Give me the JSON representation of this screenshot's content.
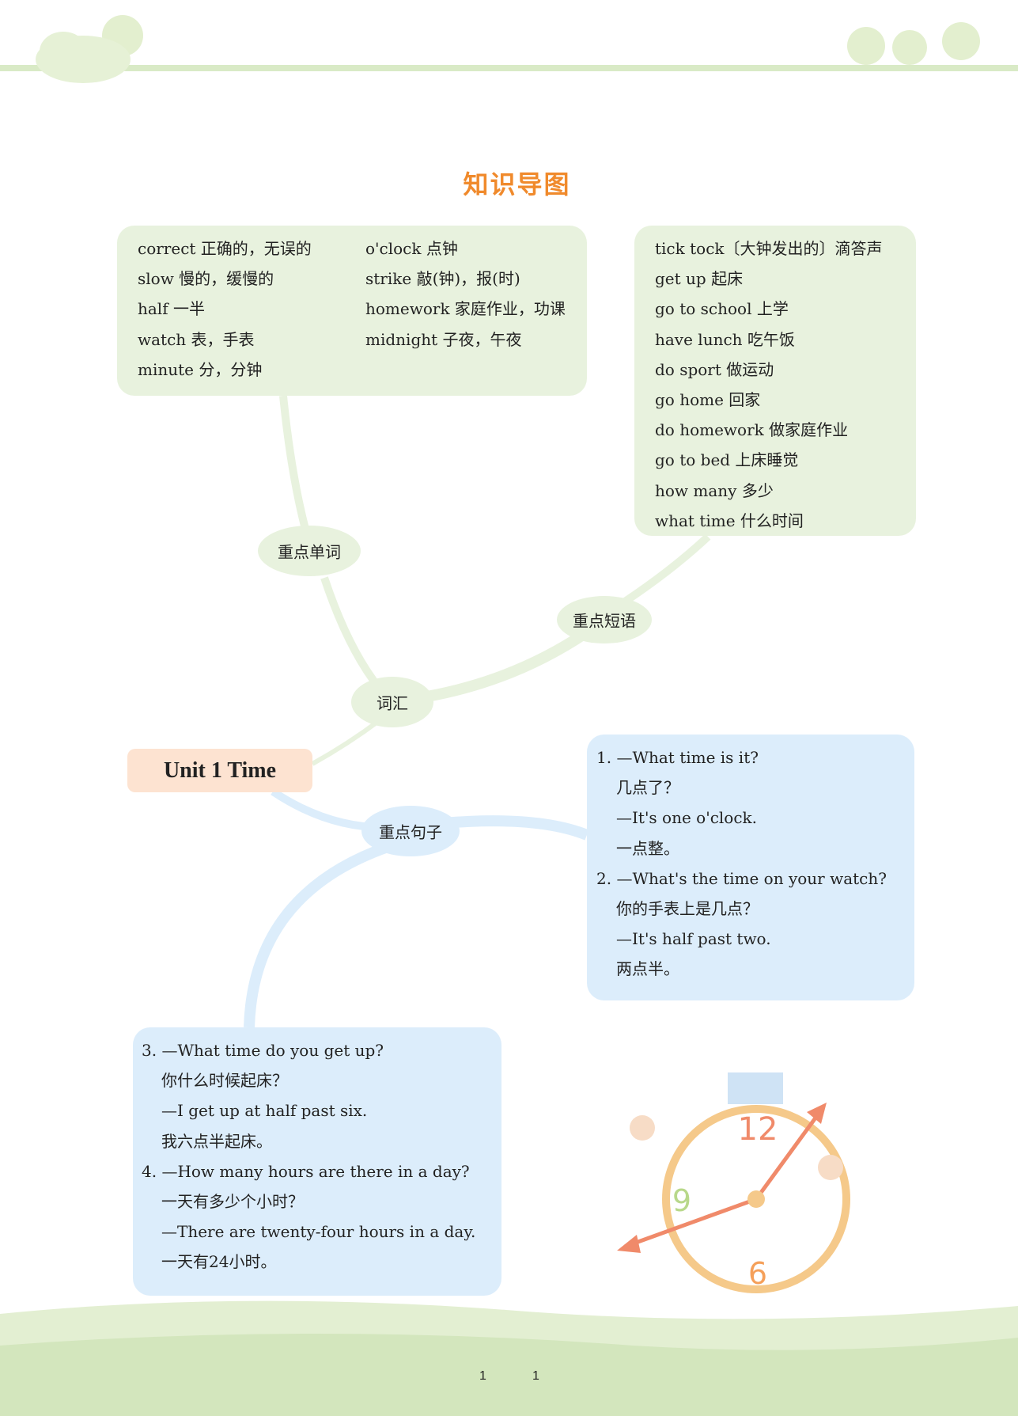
{
  "page_title": "知识导图",
  "root": "Unit 1  Time",
  "nodes": {
    "vocab": "词汇",
    "key_words": "重点单词",
    "key_phrases": "重点短语",
    "key_sentences": "重点句子"
  },
  "key_words": {
    "col1": [
      "correct 正确的，无误的",
      "slow 慢的，缓慢的",
      "half 一半",
      "watch 表，手表",
      "minute 分，分钟"
    ],
    "col2": [
      "o'clock 点钟",
      "strike 敲(钟)，报(时)",
      "homework 家庭作业，功课",
      "midnight 子夜，午夜"
    ]
  },
  "key_phrases": [
    "tick tock〔大钟发出的〕滴答声",
    "get up 起床",
    "go to school 上学",
    "have lunch 吃午饭",
    "do sport 做运动",
    "go home 回家",
    "do homework 做家庭作业",
    "go to bed 上床睡觉",
    "how many 多少",
    "what time 什么时间"
  ],
  "sentences_a": [
    "1. —What time is it?",
    "几点了？",
    "—It's one o'clock.",
    "一点整。",
    "2. —What's the time on your watch?",
    "你的手表上是几点？",
    "—It's half past two.",
    "两点半。"
  ],
  "sentences_b": [
    "3. —What time do you get up?",
    "你什么时候起床？",
    "—I get up at half past six.",
    "我六点半起床。",
    "4. —How many hours are there in a day?",
    "一天有多少个小时？",
    "—There are twenty-four hours in a day.",
    "一天有24小时。"
  ],
  "clock": {
    "numbers": [
      "12",
      "9",
      "6"
    ]
  },
  "page_numbers": [
    "1",
    "1"
  ],
  "colors": {
    "title": "#f08a2c",
    "green_box": "#e8f2de",
    "blue_box": "#dcedfb",
    "unit_box": "#fde3d1"
  }
}
